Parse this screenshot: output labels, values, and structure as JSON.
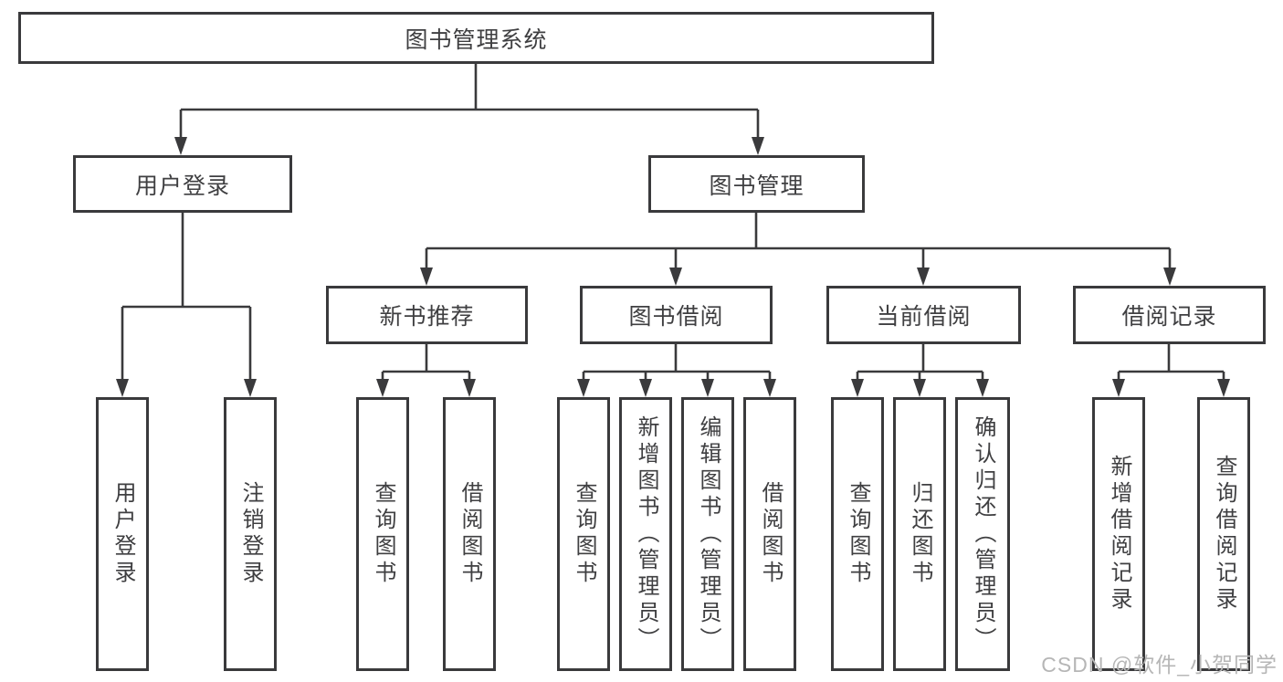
{
  "tree": {
    "label": "图书管理系统",
    "children": [
      {
        "label": "用户登录",
        "children": [
          {
            "label": "用户登录"
          },
          {
            "label": "注销登录"
          }
        ]
      },
      {
        "label": "图书管理",
        "children": [
          {
            "label": "新书推荐",
            "children": [
              {
                "label": "查询图书"
              },
              {
                "label": "借阅图书"
              }
            ]
          },
          {
            "label": "图书借阅",
            "children": [
              {
                "label": "查询图书"
              },
              {
                "label": "新增图书（管理员）"
              },
              {
                "label": "编辑图书（管理员）"
              },
              {
                "label": "借阅图书"
              }
            ]
          },
          {
            "label": "当前借阅",
            "children": [
              {
                "label": "查询图书"
              },
              {
                "label": "归还图书"
              },
              {
                "label": "确认归还（管理员）"
              }
            ]
          },
          {
            "label": "借阅记录",
            "children": [
              {
                "label": "新增借阅记录"
              },
              {
                "label": "查询借阅记录"
              }
            ]
          }
        ]
      }
    ]
  },
  "watermark": {
    "text": "CSDN @软件_小贺同学"
  },
  "colors": {
    "line": "#3a3a3c",
    "text": "#3f3f41",
    "watermark_text": "#b6b6b6",
    "background": "#ffffff"
  }
}
